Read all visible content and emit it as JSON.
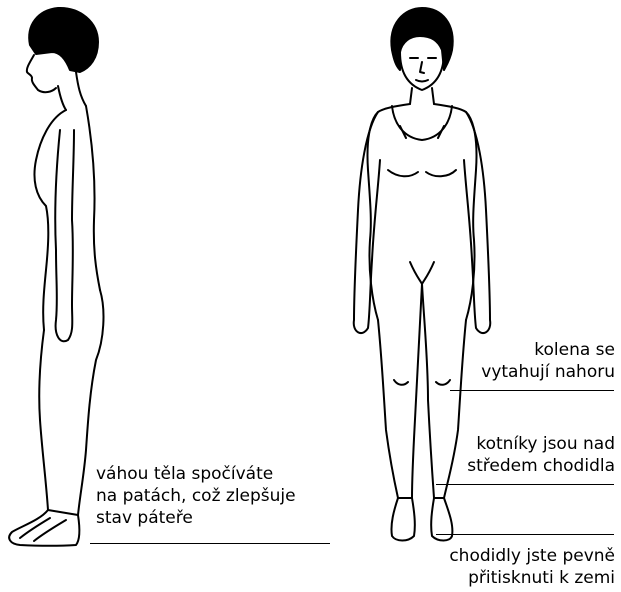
{
  "figures": {
    "side": {
      "icon": "side-standing-figure-icon"
    },
    "front": {
      "icon": "front-standing-figure-icon"
    }
  },
  "annotations": {
    "heels": {
      "lines": [
        "váhou těla spočíváte",
        "na patách, což zlepšuje",
        "stav páteře"
      ]
    },
    "knees": {
      "lines": [
        "kolena se",
        "vytahují nahoru"
      ]
    },
    "ankles": {
      "lines": [
        "kotníky jsou nad",
        "středem chodidla"
      ]
    },
    "feet": {
      "lines": [
        "chodidly jste pevně",
        "přitisknuti k zemi"
      ]
    }
  },
  "colors": {
    "ink": "#000000",
    "background": "#ffffff"
  }
}
